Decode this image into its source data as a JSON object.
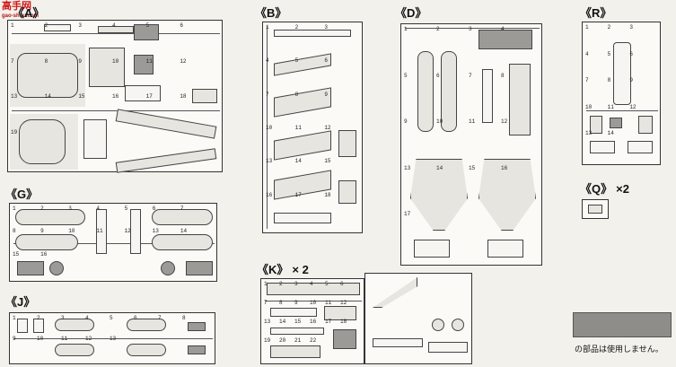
{
  "watermark": {
    "site": "高手网",
    "url": "gao-shou.com"
  },
  "sprues": {
    "A": {
      "label": "《A》",
      "multiplier": ""
    },
    "B": {
      "label": "《B》",
      "multiplier": ""
    },
    "D": {
      "label": "《D》",
      "multiplier": ""
    },
    "R": {
      "label": "《R》",
      "multiplier": ""
    },
    "Q": {
      "label": "《Q》",
      "multiplier": "×2"
    },
    "G": {
      "label": "《G》",
      "multiplier": ""
    },
    "K": {
      "label": "《K》",
      "multiplier": "× 2"
    },
    "J": {
      "label": "《J》",
      "multiplier": ""
    }
  },
  "unused_note": "の部品は使用しません。",
  "colors": {
    "line": "#333333",
    "unused_fill": "#8e8d8a",
    "watermark": "#d01818"
  },
  "part_numbers": {
    "A": [
      "1",
      "2",
      "3",
      "4",
      "5",
      "6",
      "7",
      "8",
      "9",
      "10",
      "11",
      "12",
      "13",
      "14",
      "15",
      "16",
      "17",
      "18",
      "19"
    ],
    "B": [
      "1",
      "2",
      "3",
      "4",
      "5",
      "6",
      "7",
      "8",
      "9",
      "10",
      "11",
      "12",
      "13",
      "14",
      "15",
      "16",
      "17",
      "18"
    ],
    "D": [
      "1",
      "2",
      "3",
      "4",
      "5",
      "6",
      "7",
      "8",
      "9",
      "10",
      "11",
      "12",
      "13",
      "14",
      "15",
      "16",
      "17"
    ],
    "R": [
      "1",
      "2",
      "3",
      "4",
      "5",
      "6",
      "7",
      "8",
      "9",
      "10",
      "11",
      "12",
      "13",
      "14"
    ],
    "G": [
      "1",
      "2",
      "3",
      "4",
      "5",
      "6",
      "7",
      "8",
      "9",
      "10",
      "11",
      "12",
      "13",
      "14",
      "15",
      "16"
    ],
    "K": [
      "1",
      "2",
      "3",
      "4",
      "5",
      "6",
      "7",
      "8",
      "9",
      "10",
      "11",
      "12",
      "13",
      "14",
      "15",
      "16",
      "17",
      "18",
      "19",
      "20",
      "21",
      "22"
    ],
    "J": [
      "1",
      "2",
      "3",
      "4",
      "5",
      "6",
      "7",
      "8",
      "9",
      "10",
      "11",
      "12",
      "13"
    ]
  }
}
